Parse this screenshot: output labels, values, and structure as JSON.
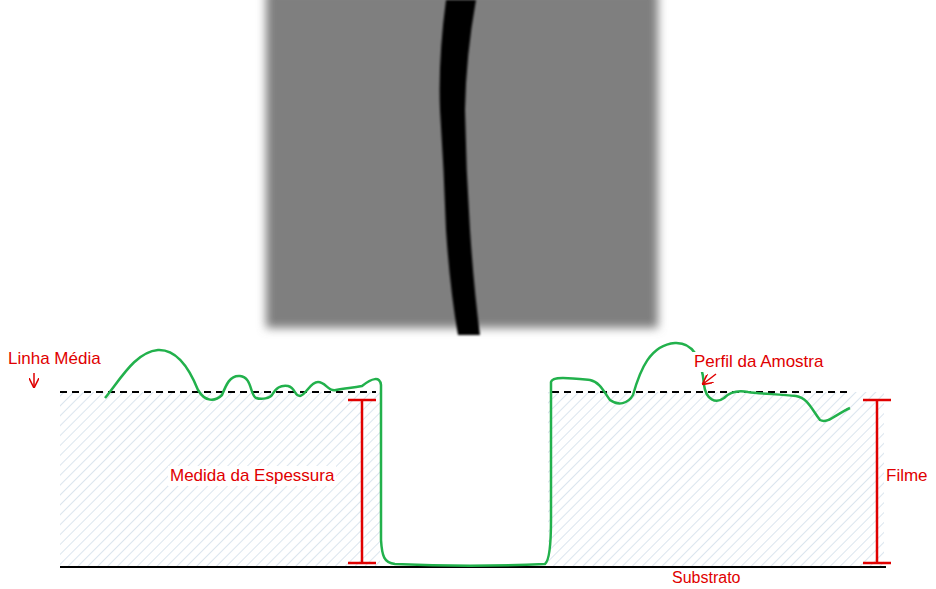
{
  "diagram": {
    "labels": [
      "Linha Média",
      "Perfil da Amostra",
      "Medida da Espessura",
      "Filme",
      "Substrato"
    ]
  }
}
